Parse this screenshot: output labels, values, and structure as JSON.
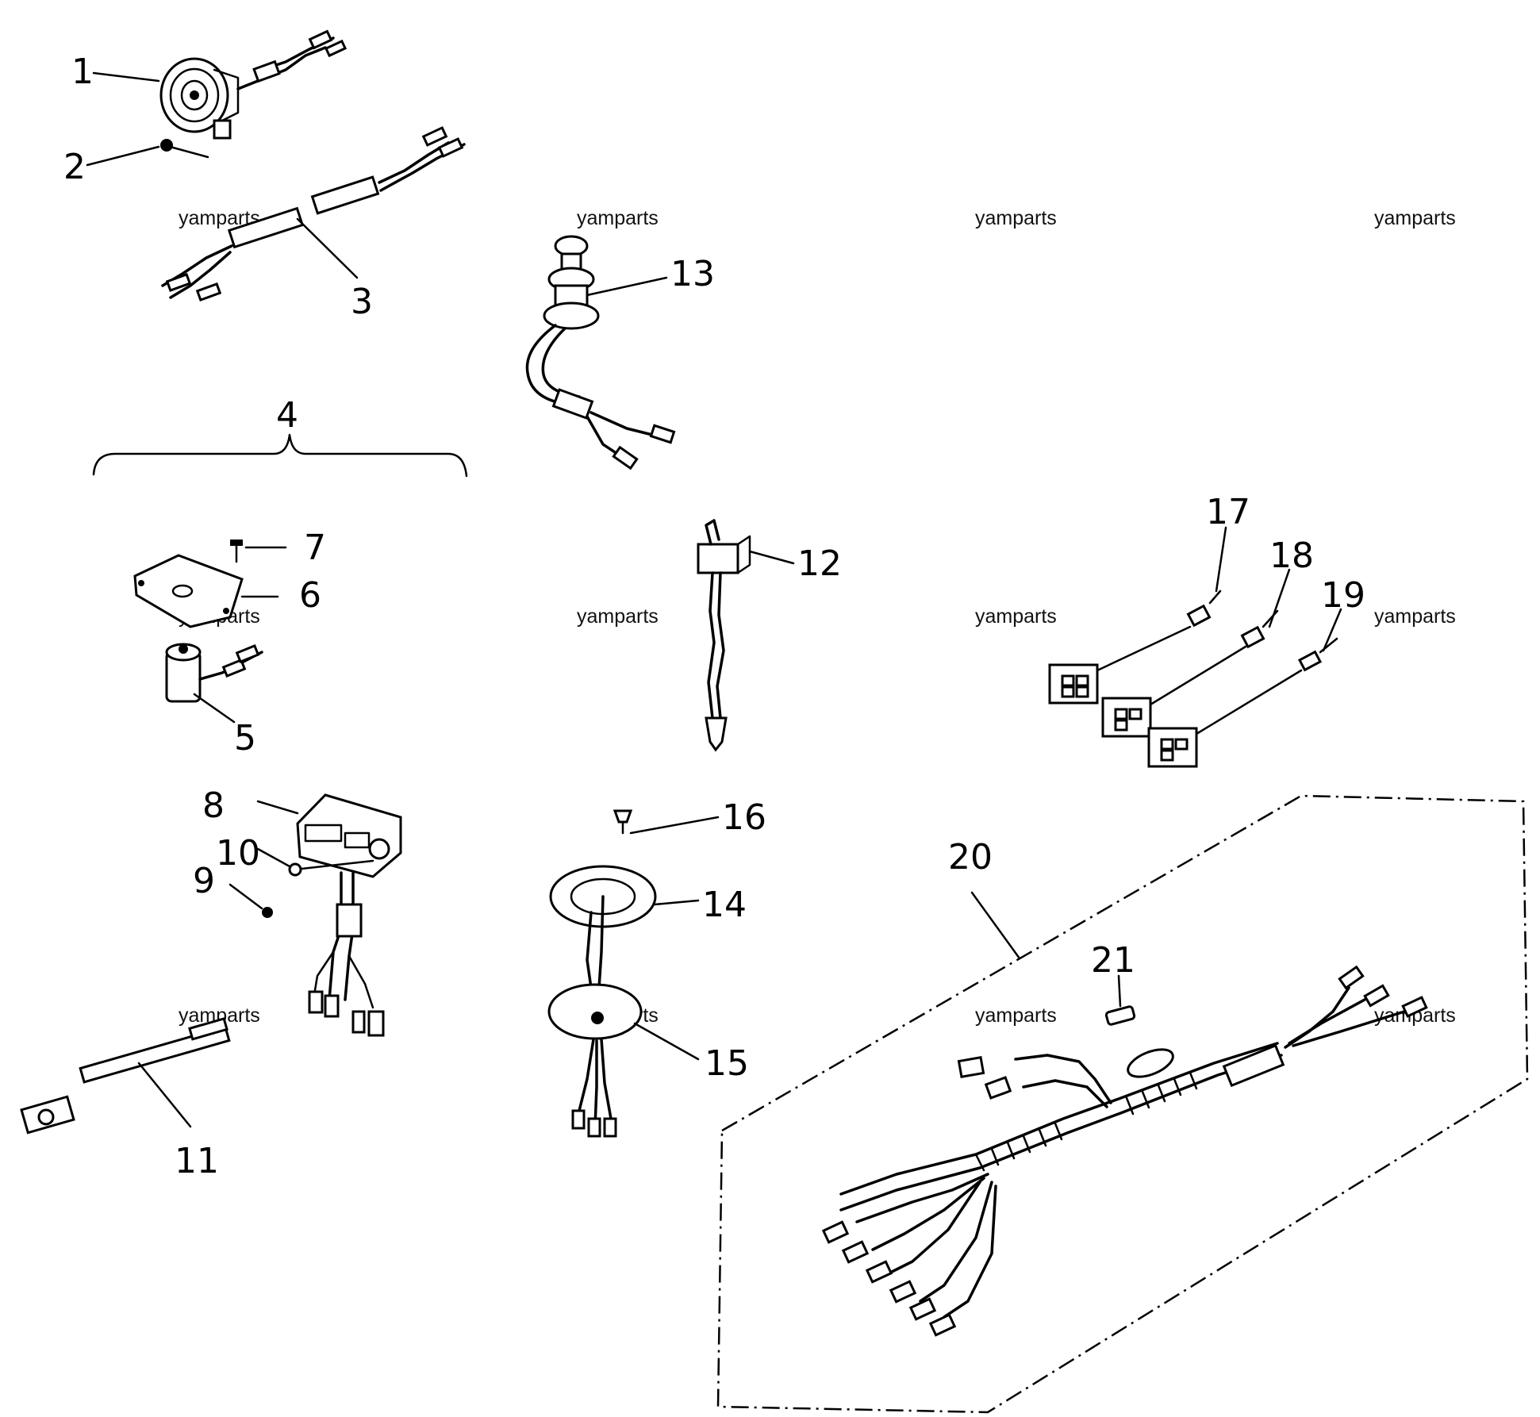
{
  "watermark": "yamparts",
  "callouts": {
    "c1": "1",
    "c2": "2",
    "c3": "3",
    "c4": "4",
    "c5": "5",
    "c6": "6",
    "c7": "7",
    "c8": "8",
    "c9": "9",
    "c10": "10",
    "c11": "11",
    "c12": "12",
    "c13": "13",
    "c14": "14",
    "c15": "15",
    "c16": "16",
    "c17": "17",
    "c18": "18",
    "c19": "19",
    "c20": "20",
    "c21": "21"
  },
  "colors": {
    "ink": "#000000",
    "background": "#ffffff"
  }
}
